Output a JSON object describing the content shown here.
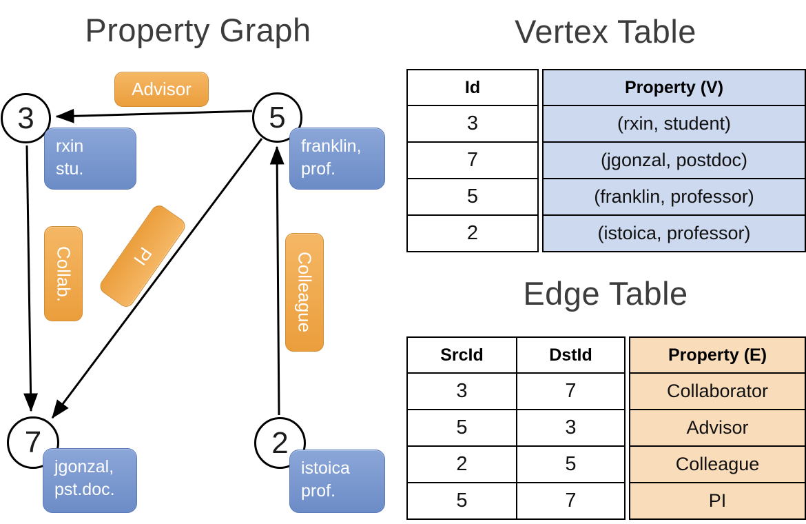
{
  "graph": {
    "title": "Property Graph",
    "nodes": [
      {
        "id": "3"
      },
      {
        "id": "5"
      },
      {
        "id": "7"
      },
      {
        "id": "2"
      }
    ],
    "vertex_boxes": [
      {
        "line1": "rxin",
        "line2": "stu."
      },
      {
        "line1": "franklin,",
        "line2": "prof."
      },
      {
        "line1": "jgonzal,",
        "line2": "pst.doc."
      },
      {
        "line1": "istoica",
        "line2": "prof."
      }
    ],
    "edge_labels": {
      "advisor": "Advisor",
      "collab": "Collab.",
      "pi": "PI",
      "colleague": "Colleague"
    }
  },
  "vertex_table": {
    "title": "Vertex Table",
    "headers": [
      "Id",
      "Property (V)"
    ],
    "rows": [
      [
        "3",
        "(rxin, student)"
      ],
      [
        "7",
        "(jgonzal, postdoc)"
      ],
      [
        "5",
        "(franklin, professor)"
      ],
      [
        "2",
        "(istoica, professor)"
      ]
    ]
  },
  "edge_table": {
    "title": "Edge Table",
    "headers": [
      "SrcId",
      "DstId",
      "Property (E)"
    ],
    "rows": [
      [
        "3",
        "7",
        "Collaborator"
      ],
      [
        "5",
        "3",
        "Advisor"
      ],
      [
        "2",
        "5",
        "Colleague"
      ],
      [
        "5",
        "7",
        "PI"
      ]
    ]
  },
  "colors": {
    "vertex_box_blue": "#7b9bd2",
    "edge_box_orange": "#f0a74e",
    "vertex_cell_bg": "#cdd9ef",
    "edge_cell_bg": "#f9ddbb",
    "title_text": "#3c3c3c"
  }
}
